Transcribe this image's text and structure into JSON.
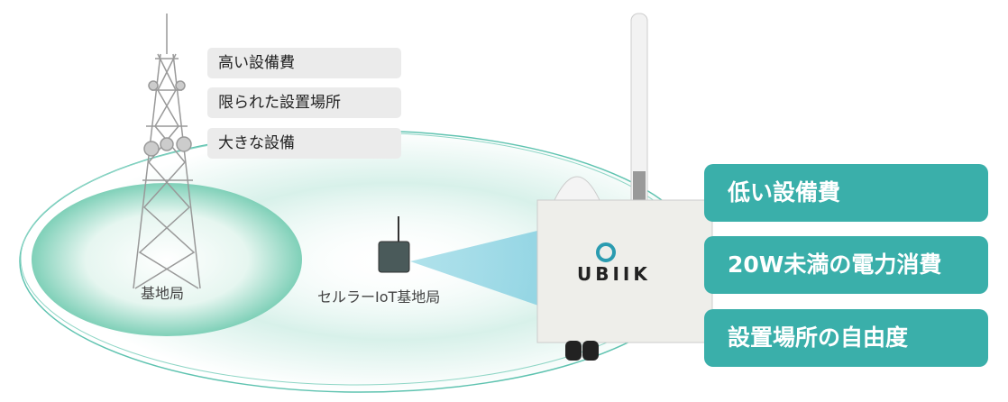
{
  "tower_labels": [
    "高い設備費",
    "限られた設置場所",
    "大きな設備"
  ],
  "benefits": [
    "低い設備費",
    "20W未満の電力消費",
    "設置場所の自由度"
  ],
  "base_station_label": "基地局",
  "iot_station_label": "セルラーIoT基地局",
  "device_brand": "UBIIK",
  "colors": {
    "teal": "#3aafaa",
    "label_bg": "#ebebeb"
  }
}
